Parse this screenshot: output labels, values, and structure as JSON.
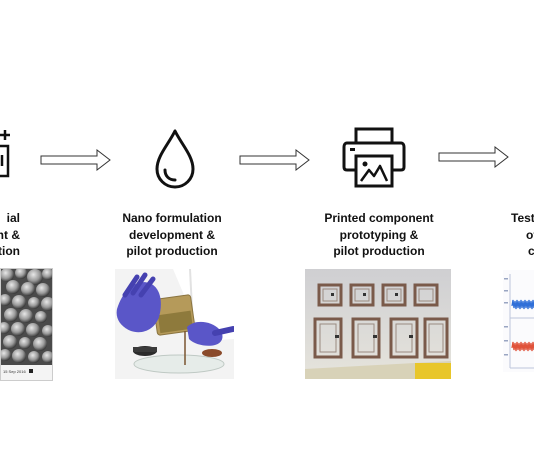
{
  "stages": [
    {
      "id": "material",
      "caption": [
        "ial",
        "nt &",
        "ction"
      ]
    },
    {
      "id": "nano",
      "caption": [
        "Nano formulation",
        "development &",
        "pilot production"
      ]
    },
    {
      "id": "printed",
      "caption": [
        "Printed component",
        "prototyping  &",
        "pilot production"
      ]
    },
    {
      "id": "testing",
      "caption": [
        "Testi",
        "of",
        "c"
      ]
    }
  ],
  "sem_photo": {
    "footer_text": "15 Sep 2016"
  },
  "icons": {
    "material": "battery-icon",
    "nano": "droplet-icon",
    "printed": "printer-chart-icon",
    "arrows": "flow-arrow-icon"
  },
  "colors": {
    "glove_blue": "#5a56c8",
    "trace_brown": "#7a5a4a",
    "wave_blue": "#2f6fd8",
    "wave_red": "#e0523a"
  }
}
